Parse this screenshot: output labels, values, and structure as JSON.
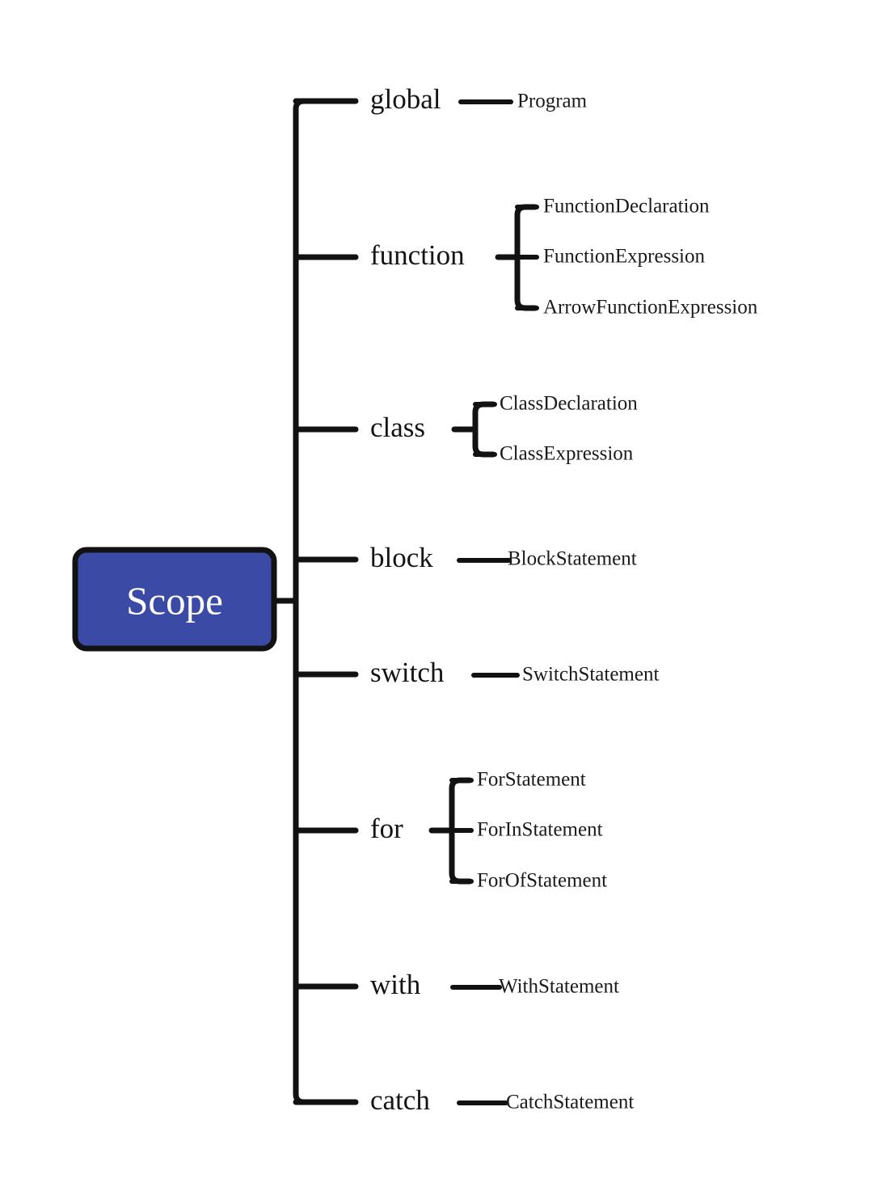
{
  "diagram": {
    "type": "mind-map",
    "title": "Scope",
    "root": {
      "label": "Scope",
      "fill_color": "#3b4aa4",
      "text_color": "#ffffff",
      "border_color": "#121212"
    },
    "line_color": "#121212",
    "background_color": "#ffffff",
    "branches": [
      {
        "label": "global",
        "children": [
          {
            "label": "Program"
          }
        ]
      },
      {
        "label": "function",
        "children": [
          {
            "label": "FunctionDeclaration"
          },
          {
            "label": "FunctionExpression"
          },
          {
            "label": "ArrowFunctionExpression"
          }
        ]
      },
      {
        "label": "class",
        "children": [
          {
            "label": "ClassDeclaration"
          },
          {
            "label": "ClassExpression"
          }
        ]
      },
      {
        "label": "block",
        "children": [
          {
            "label": "BlockStatement"
          }
        ]
      },
      {
        "label": "switch",
        "children": [
          {
            "label": "SwitchStatement"
          }
        ]
      },
      {
        "label": "for",
        "children": [
          {
            "label": "ForStatement"
          },
          {
            "label": "ForInStatement"
          },
          {
            "label": "ForOfStatement"
          }
        ]
      },
      {
        "label": "with",
        "children": [
          {
            "label": "WithStatement"
          }
        ]
      },
      {
        "label": "catch",
        "children": [
          {
            "label": "CatchStatement"
          }
        ]
      }
    ]
  }
}
